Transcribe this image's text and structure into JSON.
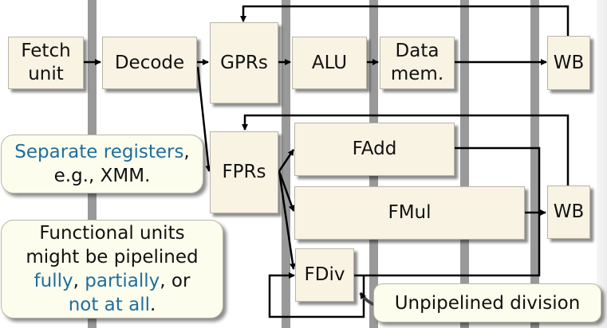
{
  "stages": {
    "fetch": "Fetch unit",
    "fetch_line1": "Fetch",
    "fetch_line2": "unit",
    "decode": "Decode",
    "gprs": "GPRs",
    "alu": "ALU",
    "datamem_line1": "Data",
    "datamem_line2": "mem.",
    "wb_int": "WB",
    "fprs": "FPRs",
    "fadd": "FAdd",
    "fmul": "FMul",
    "fdiv": "FDiv",
    "wb_fp": "WB"
  },
  "callouts": {
    "registers": {
      "highlight": "Separate registers",
      "rest1": ",",
      "line2": "e.g., XMM."
    },
    "pipelining": {
      "line1": "Functional units",
      "line2": "might be pipelined",
      "fully": "fully",
      "sep1": ", ",
      "partially": "partially",
      "sep2": ", or",
      "notatall": "not at all",
      "end": "."
    },
    "division": "Unpipelined division"
  },
  "colors": {
    "box_fill": "#f8f3e3",
    "callout_fill": "#fdfdee",
    "highlight_text": "#1e6e9e",
    "pipeline_bar": "#999999"
  }
}
